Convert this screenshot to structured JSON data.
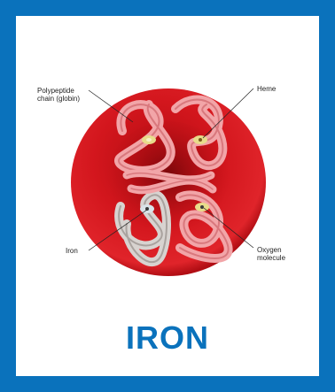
{
  "title": "IRON",
  "labels": {
    "polypeptide": "Polypeptide chain (globin)",
    "heme": "Heme",
    "iron": "Iron",
    "oxygen": "Oxygen molecule"
  },
  "colors": {
    "frame": "#0a72bc",
    "cell": "#d0151c",
    "chain": "#f2a5a8",
    "title": "#0a72bc"
  }
}
